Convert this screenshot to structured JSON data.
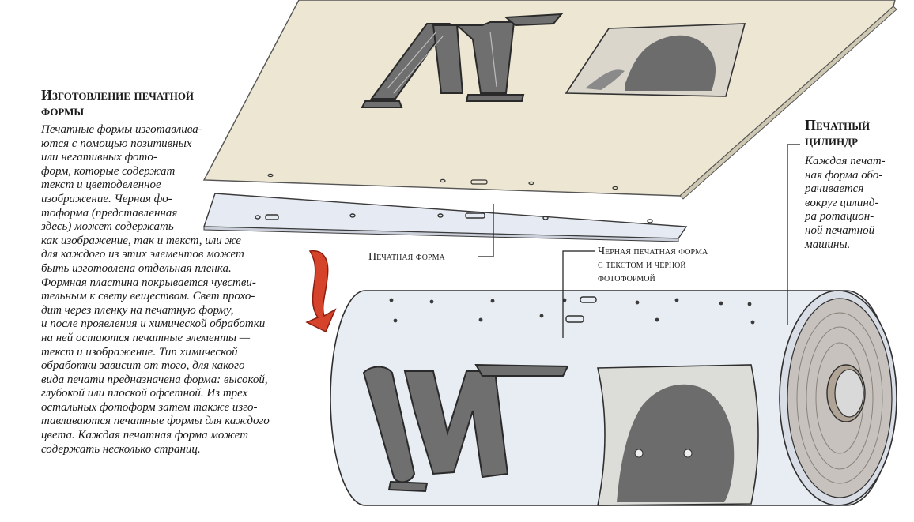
{
  "main_section": {
    "title_lines": [
      "Изготовление печатной",
      "формы"
    ],
    "body_lines": [
      "Печатные формы изготавлива-",
      "ются с помощью позитивных",
      "или негативных фото-",
      "форм, которые содержат",
      "текст и цветоделенное",
      "изображение. Черная фо-",
      "тоформа (представленная",
      "здесь) может содержать",
      "как изображение, так и текст, или же",
      "для каждого из этих элементов может",
      "быть изготовлена отдельная пленка.",
      "Формная пластина покрывается чувстви-",
      "тельным к свету веществом. Свет прохо-",
      "дит через пленку на печатную форму,",
      "и после проявления и химической обработки",
      "на ней остаются печатные элементы —",
      "текст и изображение. Тип химической",
      "обработки зависит от того, для какого",
      "вида печати предназначена форма: высокой,",
      "глубокой или плоской офсетной. Из трех",
      "остальных фотоформ затем также изго-",
      "тавливаются печатные формы для каждого",
      "цвета. Каждая печатная форма может",
      "содержать несколько страниц."
    ]
  },
  "cylinder_section": {
    "title_lines": [
      "Печатный",
      "цилиндр"
    ],
    "body_lines": [
      "Каждая печат-",
      "ная форма обо-",
      "рачивается",
      "вокруг цилинд-",
      "ра ротацион-",
      "ной печатной",
      "машины."
    ]
  },
  "labels": {
    "plate": "Печатная форма",
    "black_plate_lines": [
      "Черная печатная форма",
      "с текстом и черной",
      "фотоформой"
    ]
  },
  "colors": {
    "film": "#ece6d2",
    "plate": "#e6eaf2",
    "cylinder": "#e8ecf3",
    "letter": "#6f6f6f",
    "arrow": "#d4432a",
    "ink": "#1a1a1a"
  }
}
